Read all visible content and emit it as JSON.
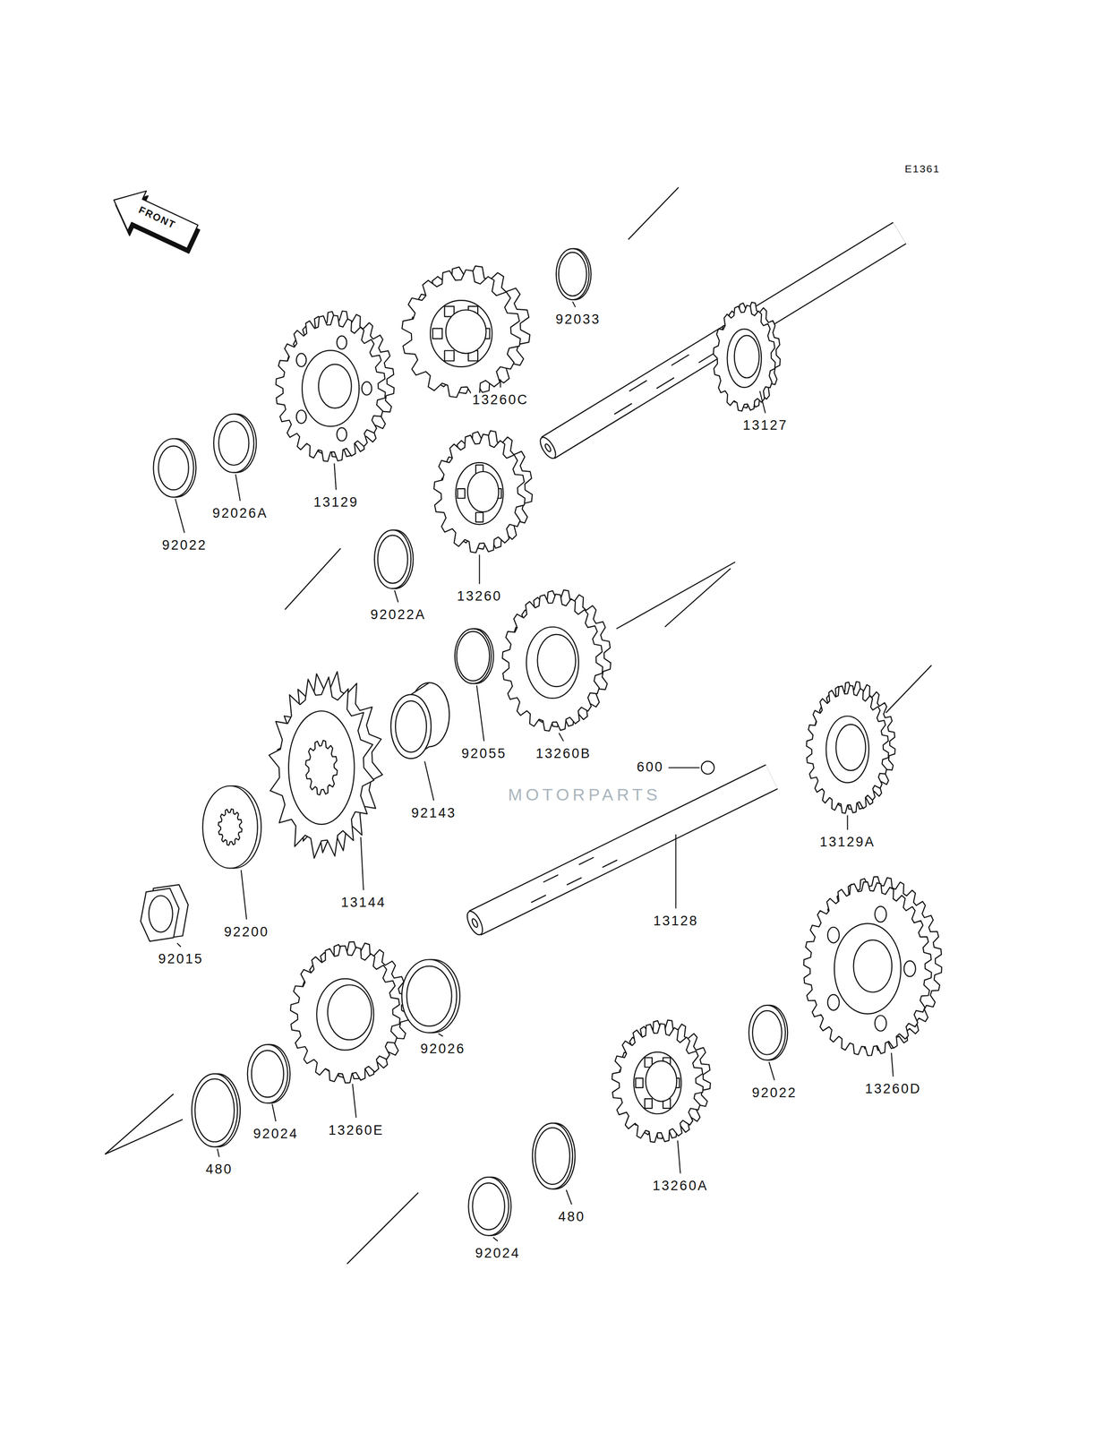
{
  "diagram": {
    "labels": [
      "E1361",
      "FRONT",
      "92033",
      "13260C",
      "13127",
      "13129",
      "92026A",
      "92022",
      "13260",
      "92022A",
      "92055",
      "13260B",
      "600",
      "13129A",
      "92143",
      "13144",
      "92200",
      "92015",
      "13128",
      "92026",
      "92022",
      "13260D",
      "13260E",
      "92024",
      "480",
      "13260A",
      "480",
      "92024",
      "MOTORPARTS"
    ]
  }
}
